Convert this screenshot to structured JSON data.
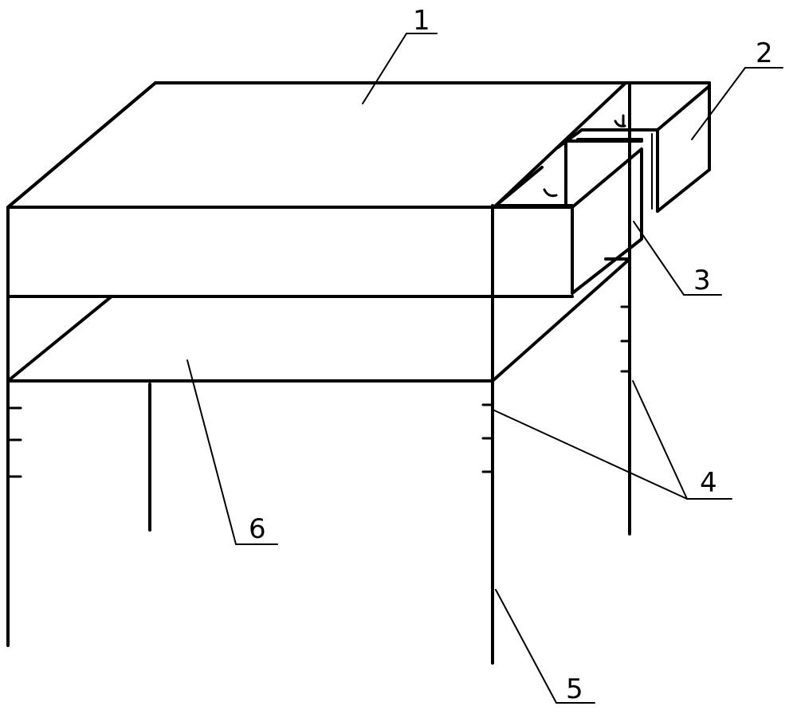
{
  "figure": {
    "callouts": [
      {
        "id": "table-top",
        "number": "1"
      },
      {
        "id": "drawer-back",
        "number": "2"
      },
      {
        "id": "drawer-front",
        "number": "3"
      },
      {
        "id": "leg-hooks",
        "number": "4"
      },
      {
        "id": "leg",
        "number": "5"
      },
      {
        "id": "lower-shelf",
        "number": "6"
      }
    ]
  }
}
